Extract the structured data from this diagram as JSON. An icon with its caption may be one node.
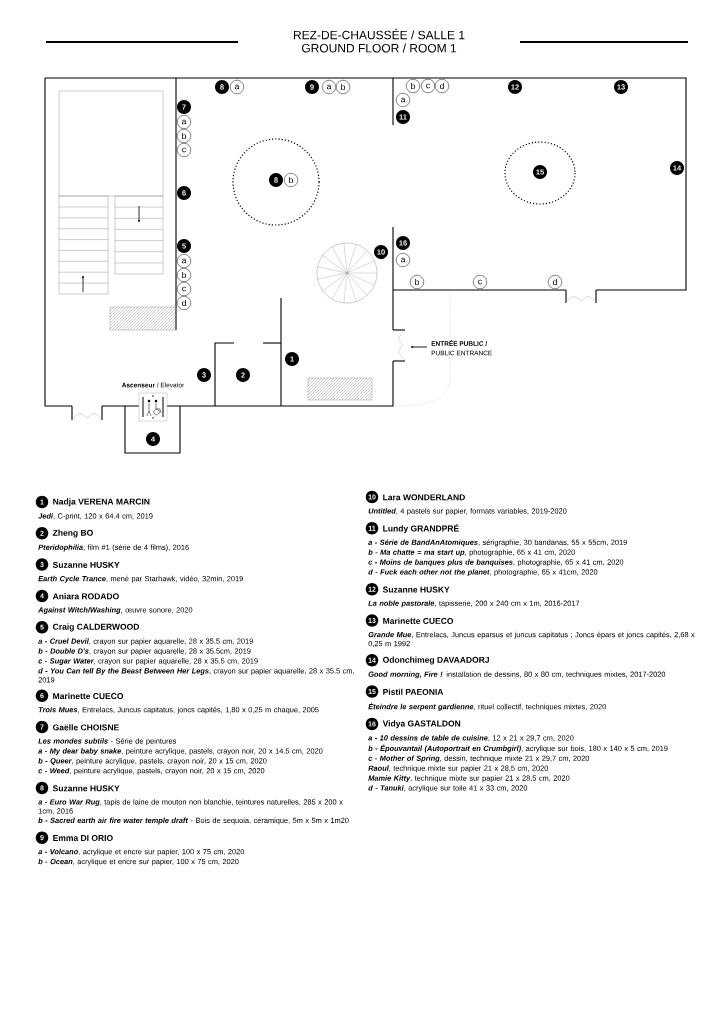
{
  "diagram": {
    "title": "REZ-DE-CHAUSSÉE / SALLE 1",
    "nodes": [
      {
        "text": [
          "8"
        ]
      },
      {
        "text": [
          "a"
        ]
      },
      {
        "text": [
          "9"
        ]
      },
      {
        "text": [
          "a"
        ]
      },
      {
        "text": [
          "b"
        ]
      },
      {
        "text": [
          "b"
        ]
      },
      {
        "text": [
          "c"
        ]
      },
      {
        "text": [
          "d"
        ]
      },
      {
        "text": [
          "12"
        ]
      },
      {
        "text": [
          "13"
        ]
      },
      {
        "text": [
          "a"
        ]
      },
      {
        "text": [
          "7"
        ]
      },
      {
        "text": [
          "11"
        ]
      },
      {
        "text": [
          "a"
        ]
      },
      {
        "text": [
          "b"
        ]
      },
      {
        "text": [
          "c"
        ]
      },
      {
        "text": [
          "14"
        ]
      },
      {
        "text": [
          "15"
        ]
      },
      {
        "text": [
          "8"
        ]
      },
      {
        "text": [
          "b"
        ]
      },
      {
        "text": [
          "6"
        ]
      },
      {
        "text": [
          "16"
        ]
      },
      {
        "text": [
          "5"
        ]
      },
      {
        "text": [
          "10"
        ]
      },
      {
        "text": [
          "a"
        ]
      },
      {
        "text": [
          "a"
        ]
      },
      {
        "text": [
          "b"
        ]
      },
      {
        "text": [
          "b"
        ]
      },
      {
        "text": [
          "c"
        ]
      },
      {
        "text": [
          "d"
        ]
      },
      {
        "text": [
          "c"
        ]
      },
      {
        "text": [
          "d"
        ]
      },
      {
        "text": [
          "1"
        ]
      },
      {
        "text": [
          "3"
        ]
      },
      {
        "text": [
          "2"
        ]
      },
      {
        "text": [
          "4"
        ]
      },
      {
        "text": [
          "1"
        ],
        "beside": [
          "Nadja VERENA MARCIN",
          "**Jedi**, C-print, 120 x 64.4 cm, 2019"
        ]
      },
      {
        "text": [
          "2"
        ],
        "beside": [
          "Zheng BO",
          "**Pteridophilia**, film #1 (série de 4 films), 2016"
        ]
      },
      {
        "text": [
          "3"
        ],
        "beside": [
          "Suzanne HUSKY",
          "**Earth Cycle Trance**, mené par Starhawk, vidéo, 32min, 2019"
        ]
      },
      {
        "text": [
          "4"
        ],
        "beside": [
          "Aniara RODADO",
          "**Against Witch/Washing**, œuvre sonore, 2020"
        ]
      },
      {
        "text": [
          "5"
        ],
        "beside": [
          "Craig CALDERWOOD",
          "**a - Cruel Devil**, crayon sur papier aquarelle, 28 x 35.5 cm, 2019",
          "**b - Double D's**, crayon sur papier aquarelle, 28 x 35.5cm, 2019",
          "**c - Sugar Water**, crayon sur papier aquarelle, 28 x 35.5 cm, 2019",
          "**d - You Can tell By the Beast Between Her Legs**, crayon sur papier aquarelle, 28 x 35.5 cm, 2019"
        ]
      },
      {
        "text": [
          "6"
        ],
        "beside": [
          "Marinette CUECO",
          "**Trois Mues**, Entrelacs, Juncus capitatus, joncs capités, 1,80 x 0,25 m chaque, 2005"
        ]
      },
      {
        "text": [
          "7"
        ],
        "beside": [
          "Gaëlle CHOISNE",
          "**Les mondes subtils** - Série de peintures",
          "**a - My dear baby snake**, peinture acrylique, pastels, crayon noir, 20 x 14.5 cm, 2020",
          "**b - Queer**, peinture acrylique, pastels, crayon noir, 20 x 15 cm, 2020",
          "**c - Weed**, peinture acrylique, pastels, crayon noir, 20 x 15 cm, 2020"
        ]
      },
      {
        "text": [
          "8"
        ],
        "beside": [
          "Suzanne HUSKY",
          "**a - Euro War Rug**, tapis de laine de mouton non blanchie, teintures naturelles, 285 x 200 x 1cm, 2016",
          "**b - Sacred earth air fire water temple draft** - Bois de sequoia, céramique, 5m x 5m x 1m20"
        ]
      },
      {
        "text": [
          "9"
        ],
        "beside": [
          "Emma DI ORIO",
          "**a - Volcano**, acrylique et encre sur papier, 100 x 75 cm, 2020",
          "**b - Ocean**, acrylique et encre sur papier, 100 x 75 cm, 2020"
        ]
      },
      {
        "text": [
          "10"
        ],
        "beside": [
          "Lara WONDERLAND",
          "**Untitled**, 4 pastels sur papier, formats variables, 2019-2020"
        ]
      },
      {
        "text": [
          "11"
        ],
        "beside": [
          "Lundy GRANDPRÉ",
          "**a - Série de BandAnAtomiques**, sérigraphie, 30 bandanas, 55 x 55cm, 2019",
          "**b - Ma chatte = ma start up**, photographie, 65 x 41 cm, 2020",
          "**c - Moins de banques plus de banquises**, photographie, 65 x 41 cm, 2020",
          "**d - Fuck each other not the planet**, photographie, 65 x 41cm, 2020"
        ]
      },
      {
        "text": [
          "12"
        ],
        "beside": [
          "Suzanne HUSKY",
          "**La noble pastorale**, tapisserie, 200 x 240 cm x 1m, 2016-2017"
        ]
      },
      {
        "text": [
          "13"
        ],
        "beside": [
          "Marinette CUECO",
          "**Grande Mue**, Entrelacs, Juncus eparsus et juncus capitatus ; Joncs épars et joncs capités, 2,68 x 0,25 m 1992"
        ]
      },
      {
        "text": [
          "14"
        ],
        "beside": [
          "Odonchimeg DAVAADORJ",
          "**Good morning, Fire !** installation de dessins, 80 x 80 cm, techniques mixtes, 2017-2020"
        ]
      },
      {
        "text": [
          "15"
        ],
        "beside": [
          "Pistil PAEONIA",
          "**Éteindre le serpent gardienne**, rituel collectif, techniques mixtes, 2020"
        ]
      },
      {
        "text": [
          "16"
        ],
        "beside": [
          "Vidya GASTALDON",
          "**a - 10 dessins de table de cuisine**, 12 x 21 x 29,7 cm, 2020",
          "**b - Épouvantail (Autoportrait en Crumbgirl)**, acrylique sur bois, 180 x 140 x 5 cm, 2019",
          "**c - Mother of Spring**, dessin, technique mixte 21 x 29,7 cm, 2020",
          "**Raoul**, technique mixte sur papier 21 x 28,5 cm, 2020",
          "**Mamie Kitty**, technique mixte sur papier 21 x 28,5 cm, 2020",
          "**d - Tanuki**, acrylique sur toile 41 x 33 cm, 2020"
        ]
      }
    ],
    "labels": [
      "GROUND FLOOR / ROOM 1",
      "ENTRÉE PUBLIC /",
      "PUBLIC ENTRANCE",
      "**Ascenseur** / Elevator"
    ]
  }
}
